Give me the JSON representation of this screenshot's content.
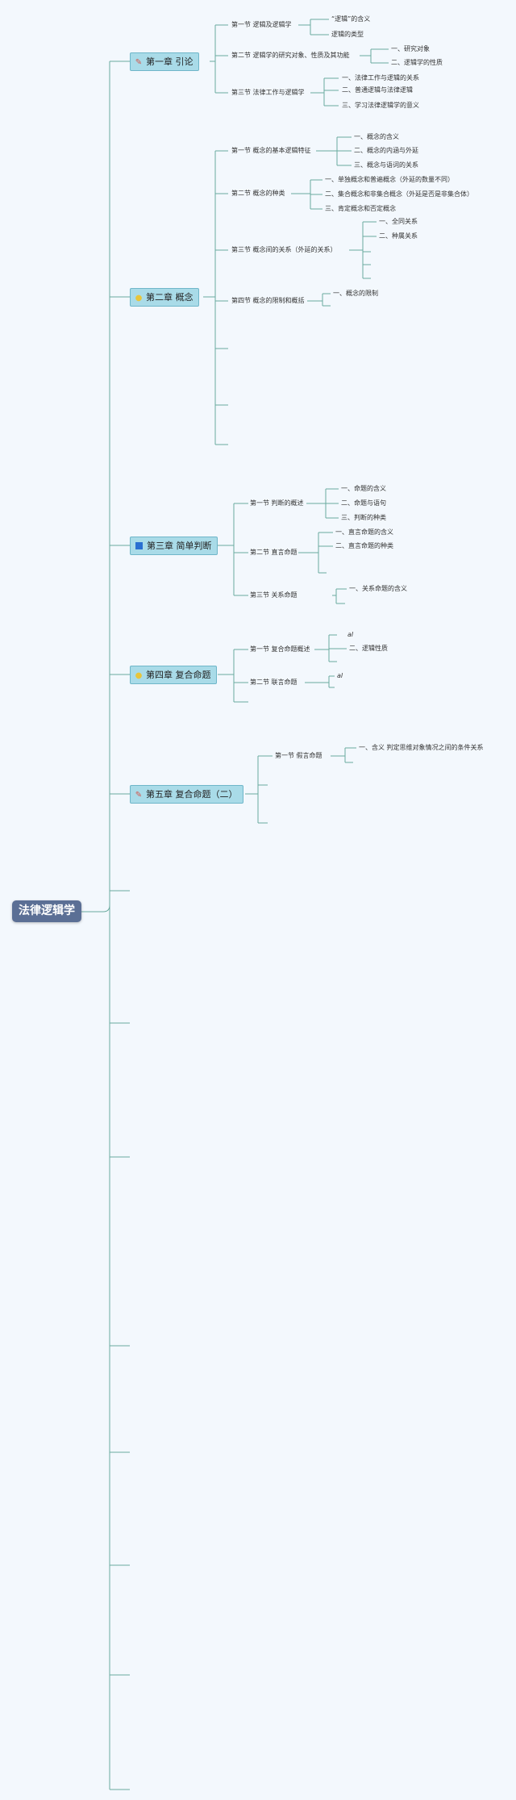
{
  "root": {
    "label": "法律逻辑学"
  },
  "chapters": [
    {
      "label": "第一章 引论",
      "icon": "pencil-icon",
      "sections": [
        {
          "label": "第一节 逻辑及逻辑学",
          "items": [
            "“逻辑”的含义",
            "逻辑的类型"
          ]
        },
        {
          "label": "第二节 逻辑学的研究对象、性质及其功能",
          "items": [
            "一、研究对象",
            "二、逻辑学的性质"
          ]
        },
        {
          "label": "第三节 法律工作与逻辑学",
          "items": [
            "一、法律工作与逻辑的关系",
            "二、普通逻辑与法律逻辑",
            "三、学习法律逻辑学的意义"
          ]
        }
      ]
    },
    {
      "label": "第二章 概念",
      "icon": "bulb-icon",
      "sections": [
        {
          "label": "第一节 概念的基本逻辑特征",
          "items": [
            "一、概念的含义",
            "二、概念的内涵与外延",
            "三、概念与语词的关系"
          ]
        },
        {
          "label": "第二节 概念的种类",
          "items": [
            "一、单独概念和普遍概念（外延的数量不同）",
            "二、集合概念和非集合概念（外延是否是非集合体）",
            "三、肯定概念和否定概念"
          ]
        },
        {
          "label": "第三节 概念间的关系（外延的关系）",
          "items": [
            "一、全同关系",
            "二、种属关系"
          ]
        },
        {
          "label": "第四节 概念的限制和概括",
          "items": [
            "一、概念的限制"
          ]
        }
      ]
    },
    {
      "label": "第三章 简单判断",
      "icon": "square-icon",
      "sections": [
        {
          "label": "第一节 判断的概述",
          "items": [
            "一、命题的含义",
            "二、命题与语句",
            "三、判断的种类"
          ]
        },
        {
          "label": "第二节 直言命题",
          "items": [
            "一、直言命题的含义",
            "二、直言命题的种类"
          ]
        },
        {
          "label": "第三节 关系命题",
          "items": [
            "一、关系命题的含义"
          ]
        }
      ]
    },
    {
      "label": "第四章 复合命题",
      "icon": "bulb-icon",
      "sections": [
        {
          "label": "第一节 复合命题概述",
          "items": [
            "al",
            "二、逻辑性质"
          ]
        },
        {
          "label": "第二节 联言命题",
          "items": [
            "al"
          ]
        }
      ]
    },
    {
      "label": "第五章 复合命题（二）",
      "icon": "pencil-icon",
      "sections": [
        {
          "label": "第一节 假言命题",
          "items": [
            "一、含义 判定思维对象情况之间的条件关系"
          ]
        }
      ]
    }
  ],
  "colors": {
    "line": "#6aaa9e",
    "chapter_bg": "#a9dbe8",
    "root_bg": "#5b6f95"
  }
}
